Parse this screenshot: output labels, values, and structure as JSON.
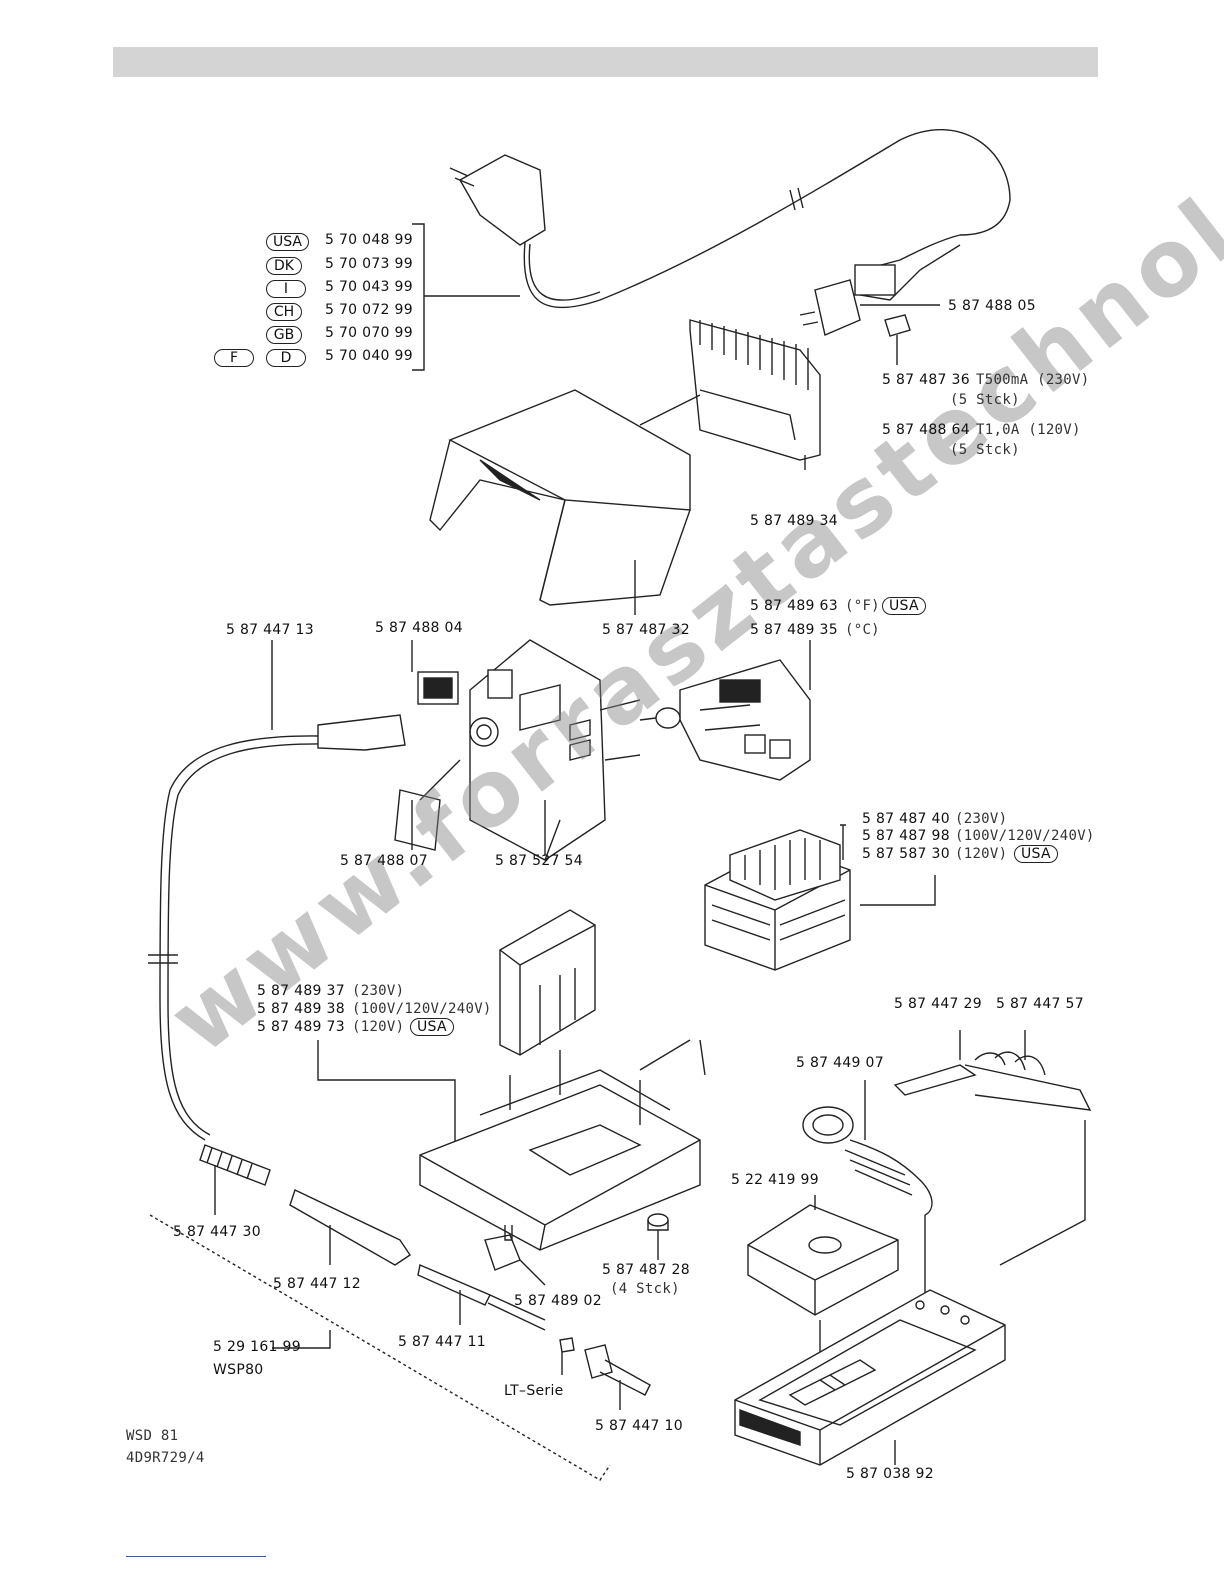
{
  "country_codes": [
    {
      "countries": [
        "USA"
      ],
      "part": "5 70 048 99"
    },
    {
      "countries": [
        "DK"
      ],
      "part": "5 70 073 99"
    },
    {
      "countries": [
        "I"
      ],
      "part": "5 70 043 99"
    },
    {
      "countries": [
        "CH"
      ],
      "part": "5 70 072 99"
    },
    {
      "countries": [
        "GB"
      ],
      "part": "5 70 070 99"
    },
    {
      "countries": [
        "F",
        "D"
      ],
      "part": "5 70 040 99"
    }
  ],
  "labels": {
    "power_socket": "5 87 488 05",
    "fuse_230_code": "5 87 487 36",
    "fuse_230_spec": "T500mA  (230V)",
    "fuse_230_qty": "(5  Stck)",
    "fuse_120_code": "5 87 488 64",
    "fuse_120_spec": "T1,0A  (120V)",
    "fuse_120_qty": "(5  Stck)",
    "heatsink": "5 87 489 34",
    "board_f_code": "5 87 489 63",
    "board_f_unit": "(°F)",
    "board_f_country": "USA",
    "board_c_code": "5 87 489 35",
    "board_c_unit": "(°C)",
    "cover": "5 87 487 32",
    "cable": "5 87 447 13",
    "switch": "5 87 488 04",
    "window": "5 87 488 07",
    "front_panel": "5 87 527 54",
    "trafo_230_code": "5 87 487 40",
    "trafo_230_spec": "(230V)",
    "trafo_multi_code": "5 87 487 98",
    "trafo_multi_spec": "(100V/120V/240V)",
    "trafo_120_code": "5 87 587 30",
    "trafo_120_spec": "(120V)",
    "trafo_120_country": "USA",
    "shield_230_code": "5 87 489 37",
    "shield_230_spec": "(230V)",
    "shield_multi_code": "5 87 489 38",
    "shield_multi_spec": "(100V/120V/240V)",
    "shield_120_code": "5 87 489 73",
    "shield_120_spec": "(120V)",
    "shield_120_country": "USA",
    "holder_a": "5 87 447 29",
    "holder_b": "5 87 447 57",
    "spiral": "5 87 449 07",
    "sponge": "5 22 419 99",
    "strain_relief": "5 87 447 30",
    "handle": "5 87 447 12",
    "feet_code": "5 87 487 28",
    "feet_qty": "(4  Stck)",
    "socket": "5 87 489 02",
    "heater": "5 87 447 11",
    "iron_set": "5 29 161  99",
    "iron_model": "WSP80",
    "tip_series": "LT–Serie",
    "nut": "5 87 447 10",
    "stand": "5 87 038 92"
  },
  "watermark": "www.forrasztastechnologia.hu",
  "footer": {
    "model": "WSD 81",
    "doc": "4D9R729/4"
  }
}
